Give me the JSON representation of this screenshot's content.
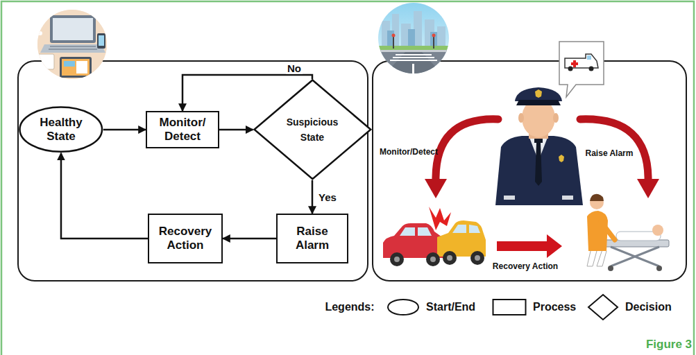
{
  "diagram": {
    "nodes": [
      {
        "text": [
          "Healthy State"
        ]
      },
      {
        "text": [
          "Monitor/ Detect"
        ]
      },
      {
        "text": [
          "Suspicious State"
        ]
      },
      {
        "text": [
          "Raise Alarm"
        ]
      },
      {
        "text": [
          "Recovery Action"
        ]
      }
    ],
    "edges": [
      {
        "from": 0,
        "to": 1,
        "arrow": "to"
      },
      {
        "from": 1,
        "to": 2,
        "arrow": "to"
      },
      {
        "from": 2,
        "to": 1,
        "label": "No",
        "arrow": "to"
      },
      {
        "from": 2,
        "to": 3,
        "label": "Yes",
        "arrow": "to"
      },
      {
        "from": 3,
        "to": 4,
        "arrow": "to"
      },
      {
        "from": 4,
        "to": 0,
        "arrow": "to"
      }
    ],
    "labels": [
      "Monitor/Detect",
      "Raise Alarm",
      "Recovery Action",
      "Legends:",
      "Figure 3"
    ],
    "legend": [
      {
        "text": "Start/End"
      },
      {
        "text": "Process"
      },
      {
        "text": "Decision"
      }
    ]
  }
}
